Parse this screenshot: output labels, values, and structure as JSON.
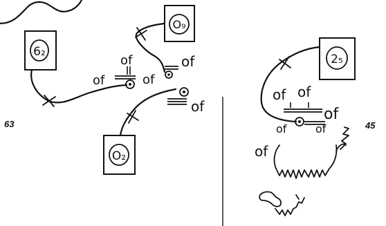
{
  "page_numbers": {
    "left": "63",
    "right": "45"
  },
  "boxes": {
    "b62": "6₂",
    "bo9": "O₉",
    "bo2": "O₂",
    "b25": "2₅"
  },
  "labels": {
    "of_top_a": "of",
    "of_top_b": "of",
    "of_mid_left": "of",
    "of_mid_right": "of",
    "of_right_low": "of",
    "of_r1": "of",
    "of_r2": "of",
    "of_r3": "of",
    "of_r4": "of",
    "of_r5": "of",
    "of_r6": "of"
  }
}
